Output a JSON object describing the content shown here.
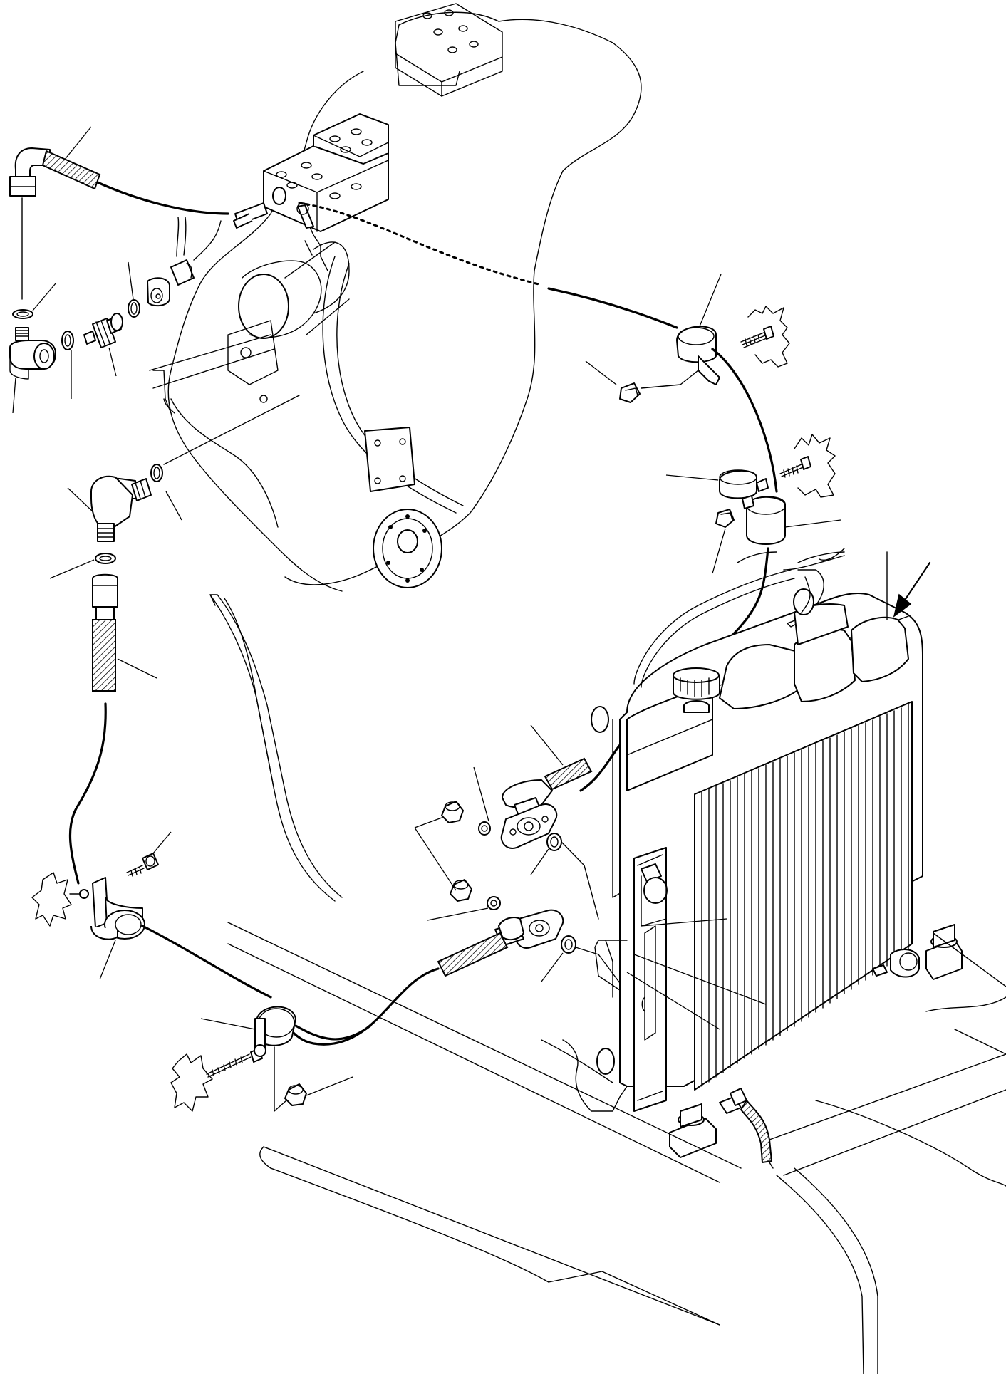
{
  "diagram": {
    "labels": [],
    "parts": [
      "engine-block",
      "valve-block",
      "hose-upper-left",
      "elbow-fitting-upper",
      "o-ring-upper",
      "adapter-connector",
      "elbow-fitting-middle",
      "hose-left",
      "clamp-lower-left",
      "clamp-lower-middle",
      "clamp-upper-right",
      "clamp-right-pair",
      "radiator",
      "radiator-cap",
      "flange-upper",
      "flange-lower",
      "hose-radiator-upper",
      "hose-radiator-lower",
      "nuts",
      "bolts",
      "frame"
    ],
    "view_arrow_present": true
  }
}
